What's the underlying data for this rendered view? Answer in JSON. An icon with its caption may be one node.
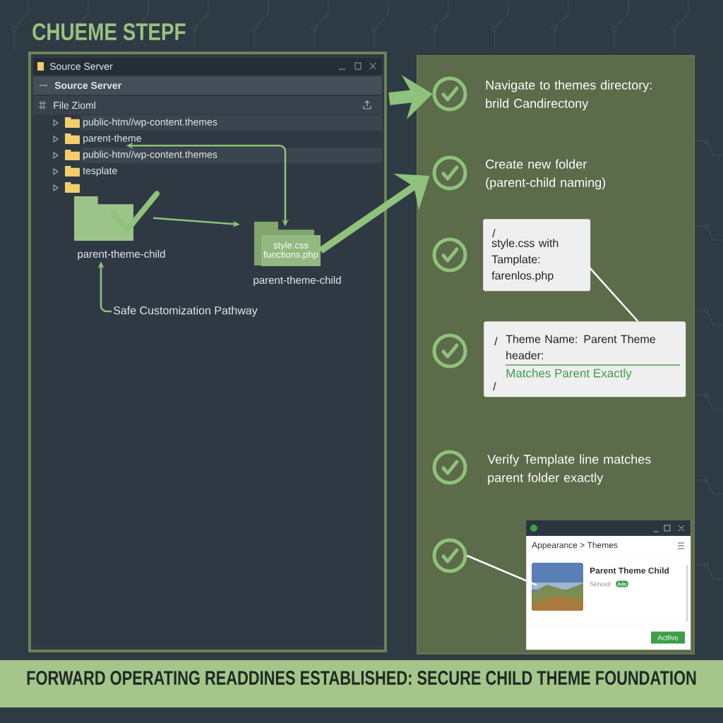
{
  "diagram": {
    "title": "CHUEME STEPF",
    "caption": "FORWARD OPERATING READDINES ESTABLISHED: SECURE CHILD THEME FOUNDATION",
    "nodes": [
      {
        "text": [
          "Source Server"
        ]
      },
      {
        "text": [
          "public-htm//wp-content.themes"
        ],
        "in": 0
      },
      {
        "text": [
          "parent-theme"
        ],
        "in": 0
      },
      {
        "text": [
          "public-htm//wp-content.themes"
        ],
        "in": 0
      },
      {
        "text": [
          "tesplate"
        ],
        "in": 0
      },
      {
        "text": [
          "parent-theme-child"
        ],
        "in": 0
      },
      {
        "text": [
          "style.css functions.php"
        ],
        "beside": [
          "parent-theme-child"
        ],
        "in": 0
      },
      {
        "text": [
          "Safe Customization Pathway"
        ],
        "in": 0
      },
      {
        "text": [],
        "shape": "box"
      },
      {
        "text": [],
        "shape": "circle",
        "in": 8
      },
      {
        "text": [],
        "shape": "circle",
        "in": 8
      },
      {
        "text": [],
        "shape": "circle",
        "in": 8
      },
      {
        "text": [],
        "shape": "circle",
        "in": 8
      },
      {
        "text": [],
        "shape": "circle",
        "in": 8
      },
      {
        "text": [],
        "shape": "circle",
        "in": 8
      },
      {
        "text": [
          "Navigate to themes directory: brild Candirectony"
        ],
        "in": 8
      },
      {
        "text": [
          "Create new folder (parent-child naming)"
        ],
        "in": 8
      },
      {
        "text": [
          "/",
          "style.css with Tamplate: farenlos.php"
        ],
        "in": 8
      },
      {
        "text": [
          "/",
          "Theme Name: Parent Theme header:",
          "Matches Parent Exactly",
          "/"
        ],
        "in": 8
      },
      {
        "text": [
          "Verify Template line matches parent folder exactly"
        ],
        "in": 8
      },
      {
        "text": [
          "Appearance > Themes",
          "Parent Theme Child",
          "Sénoxit",
          "Ado",
          "Actlive"
        ],
        "in": 8
      }
    ],
    "edges": [
      {
        "from": 0,
        "to": 9,
        "arrow": "to",
        "style": "thick"
      },
      {
        "from": 6,
        "to": 10,
        "arrow": "to",
        "style": "thick"
      },
      {
        "from": 5,
        "to": 6,
        "arrow": "to"
      },
      {
        "from": 2,
        "to": 6,
        "arrow": "both"
      },
      {
        "from": 7,
        "to": 5,
        "arrow": "to"
      },
      {
        "from": 17,
        "to": 18,
        "arrow": "none",
        "color": "#ffffff"
      },
      {
        "from": 14,
        "to": 20,
        "arrow": "none",
        "color": "#ffffff"
      }
    ],
    "labels": [
      "Source Server",
      "File Zioml"
    ]
  }
}
